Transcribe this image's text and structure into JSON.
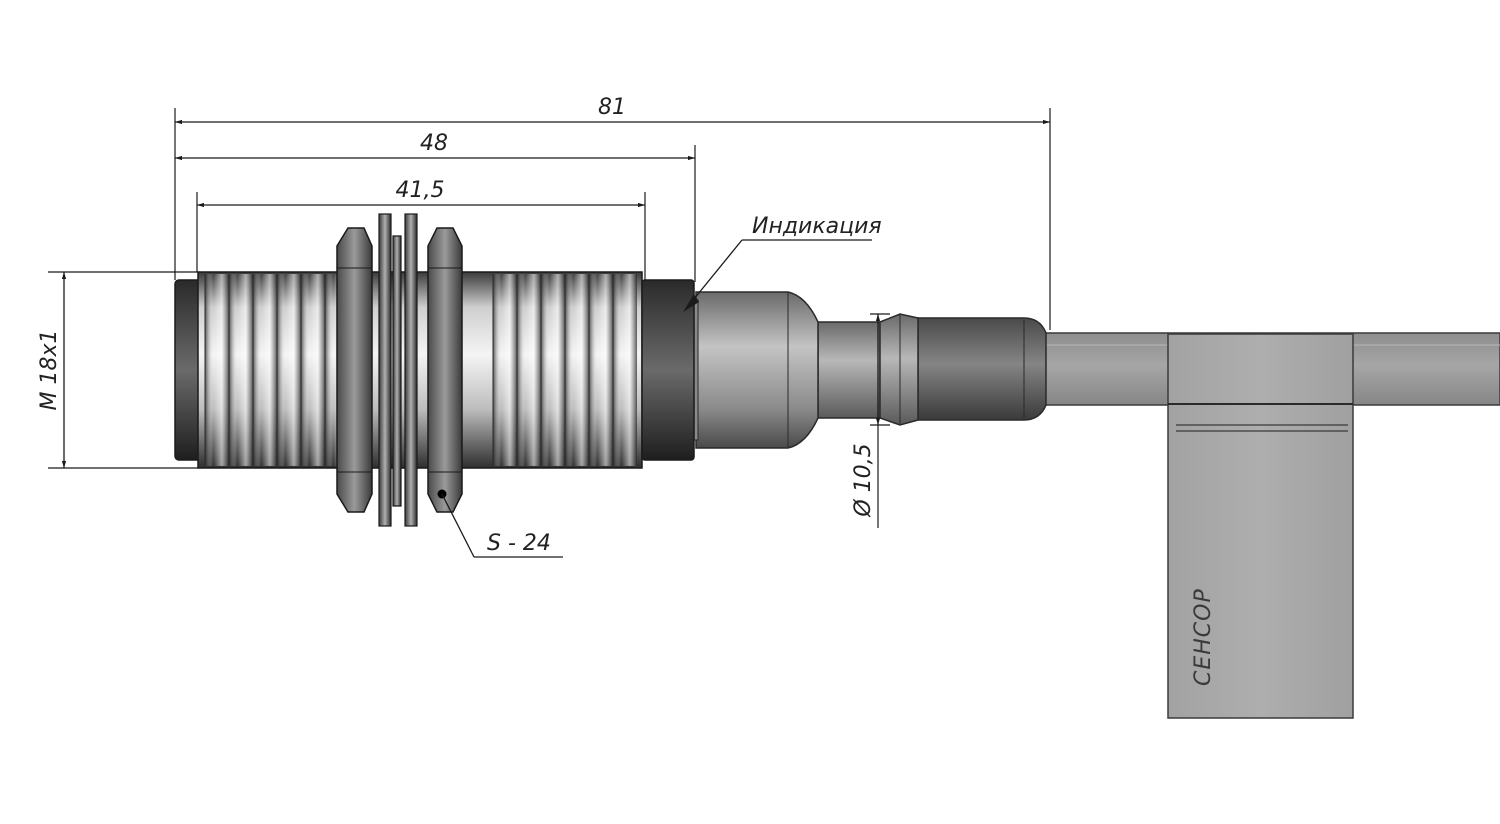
{
  "dimensions": {
    "overall_length": "81",
    "body_length": "48",
    "thread_length": "41,5",
    "thread_spec": "M 18x1",
    "cable_diameter": "Ø 10,5",
    "nut_size": "S - 24"
  },
  "callouts": {
    "indication": "Индикация"
  },
  "tag": {
    "label": "СЕНСОР"
  },
  "colors": {
    "line": "#1a1a1a",
    "metal_light": "#f2f2f2",
    "metal_dark": "#4a4a4a",
    "cable": "#9a9a9a",
    "tag": "#a8a8a8"
  }
}
